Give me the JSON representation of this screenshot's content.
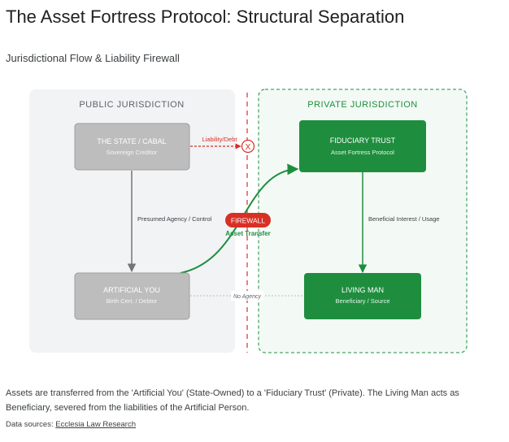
{
  "header": {
    "title": "The Asset Fortress Protocol: Structural Separation",
    "subtitle": "Jurisdictional Flow & Liability Firewall"
  },
  "zones": {
    "public": "PUBLIC JURISDICTION",
    "private": "PRIVATE JURISDICTION"
  },
  "nodes": {
    "state": {
      "title": "THE STATE / CABAL",
      "sub": "Sovereign Creditor"
    },
    "artificial": {
      "title": "ARTIFICIAL YOU",
      "sub": "Birth Cert. / Debtor"
    },
    "trust": {
      "title": "FIDUCIARY TRUST",
      "sub": "Asset Fortress Protocol"
    },
    "living": {
      "title": "LIVING MAN",
      "sub": "Beneficiary / Source"
    }
  },
  "edges": {
    "liability": "Liability/Debt",
    "blocked_mark": "X",
    "agency": "Presumed Agency / Control",
    "beneficial": "Beneficial Interest / Usage",
    "no_agency": "No Agency",
    "transfer": "Asset Transfer"
  },
  "firewall": {
    "label": "FIREWALL"
  },
  "colors": {
    "private_green": "#1e8e3e",
    "firewall_red": "#d93025",
    "public_gray": "#bdbdbd",
    "zone_bg": "#f1f3f4"
  },
  "footer": {
    "description": "Assets are transferred from the 'Artificial You' (State-Owned) to a 'Fiduciary Trust' (Private). The Living Man acts as Beneficiary, severed from the liabilities of the Artificial Person.",
    "sources_label": "Data sources: ",
    "sources_link": "Ecclesia Law Research"
  }
}
